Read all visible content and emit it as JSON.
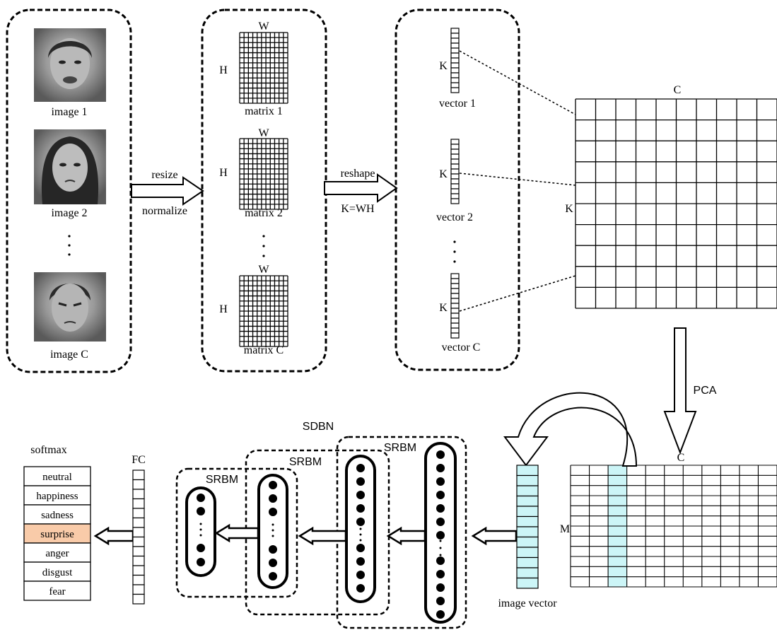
{
  "stage1": {
    "images": [
      {
        "label": "image 1"
      },
      {
        "label": "image 2"
      },
      {
        "label": "image C"
      }
    ],
    "resize_label": "resize",
    "normalize_label": "normalize"
  },
  "stage2": {
    "matrices": [
      {
        "label": "matrix 1",
        "w": "W",
        "h": "H"
      },
      {
        "label": "matrix 2",
        "w": "W",
        "h": "H"
      },
      {
        "label": "matrix C",
        "w": "W",
        "h": "H"
      }
    ],
    "reshape_label": "reshape",
    "k_eq_label": "K=WH"
  },
  "stage3": {
    "vectors": [
      {
        "label": "vector 1",
        "k": "K"
      },
      {
        "label": "vector 2",
        "k": "K"
      },
      {
        "label": "vector C",
        "k": "K"
      }
    ]
  },
  "big_matrix": {
    "c_label": "C",
    "k_label": "K"
  },
  "pca_label": "PCA",
  "reduced_matrix": {
    "c_label": "C",
    "m_label": "M",
    "highlight_color": "#ccf5f7"
  },
  "image_vector_label": "image vector",
  "sdbn_label": "SDBN",
  "srbm_labels": [
    "SRBM",
    "SRBM",
    "SRBM"
  ],
  "fc_label": "FC",
  "softmax": {
    "title": "softmax",
    "classes": [
      "neutral",
      "happiness",
      "sadness",
      "surprise",
      "anger",
      "disgust",
      "fear"
    ],
    "selected": "surprise",
    "selected_color": "#f9cba9"
  }
}
